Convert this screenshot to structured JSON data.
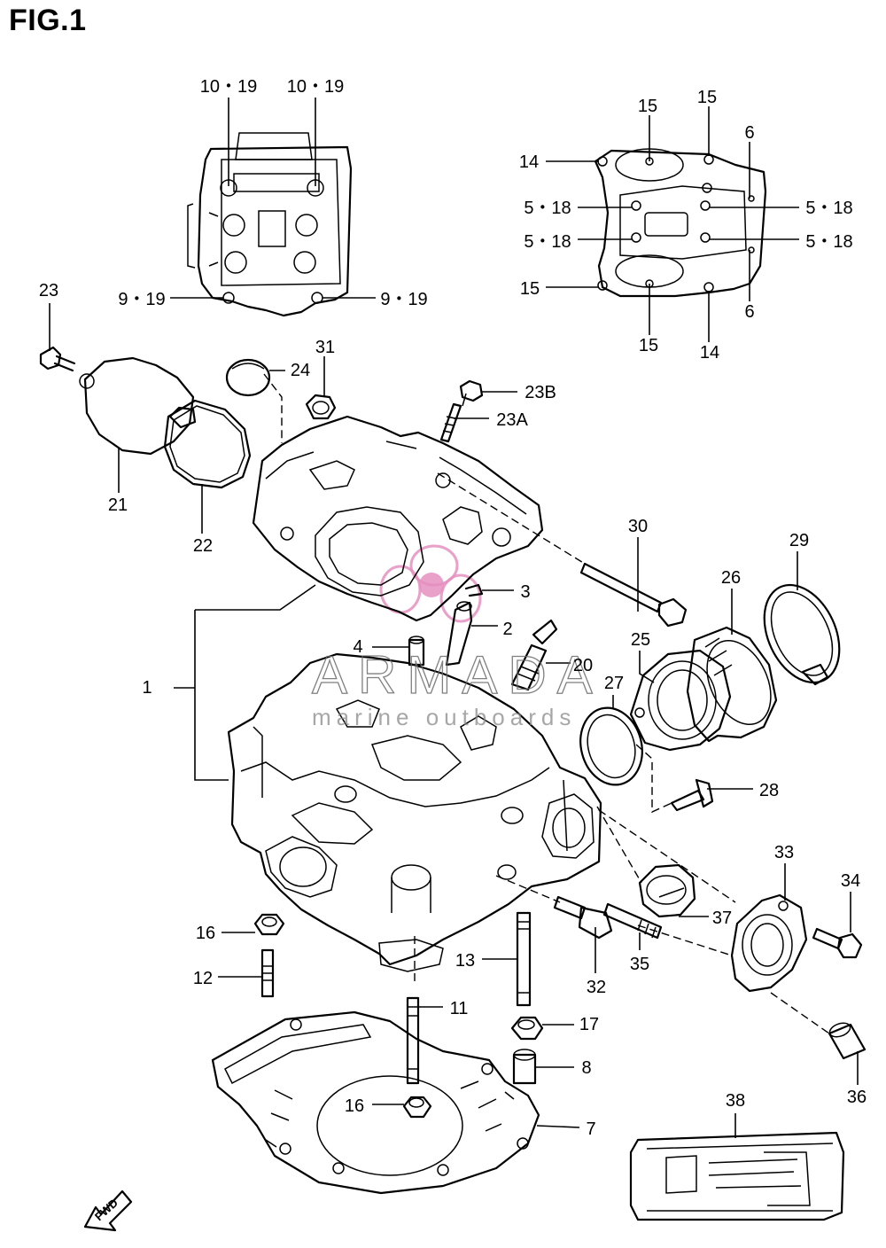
{
  "figure": {
    "title": "FIG.1"
  },
  "callouts": [
    "10・19",
    "10・19",
    "9・19",
    "9・19",
    "15",
    "15",
    "6",
    "14",
    "5・18",
    "5・18",
    "5・18",
    "5・18",
    "15",
    "15",
    "14",
    "6",
    "23",
    "31",
    "24",
    "23B",
    "23A",
    "21",
    "22",
    "30",
    "29",
    "26",
    "3",
    "2",
    "4",
    "20",
    "25",
    "27",
    "1",
    "28",
    "33",
    "34",
    "37",
    "16",
    "13",
    "32",
    "35",
    "12",
    "11",
    "17",
    "8",
    "36",
    "16",
    "7",
    "38"
  ],
  "watermark": {
    "brand": "ARMADA",
    "tagline": "marine outboards",
    "logo_color": "#e58fc0"
  },
  "fwd_label": "FWD",
  "icons": [
    "cylinder-head-icon",
    "head-cover-inner-icon",
    "gasket-icon",
    "throttle-body-insulator-icon",
    "thermostat-icon",
    "spark-plug-icon",
    "fwd-arrow-icon"
  ]
}
